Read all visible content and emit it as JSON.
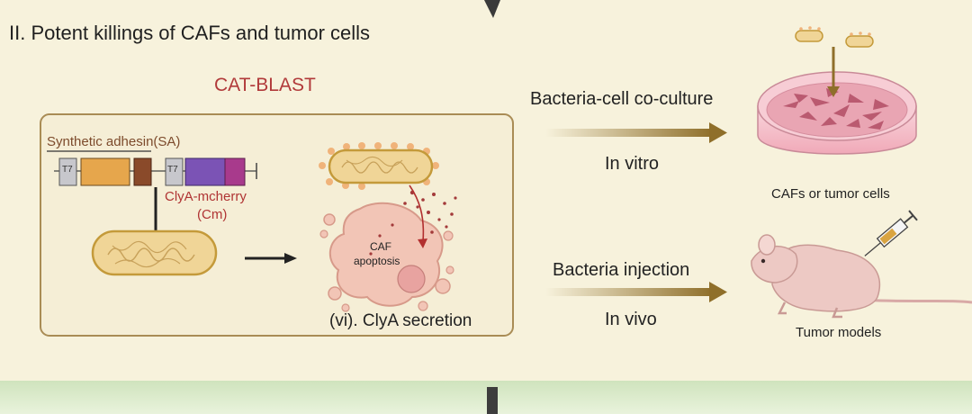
{
  "section_title": "II. Potent killings of CAFs and tumor cells",
  "system_title": "CAT-BLAST",
  "construct": {
    "sa_label": "Synthetic adhesin(SA)",
    "promoter_1": "T7",
    "promoter_2": "T7",
    "clya_label_line1": "ClyA-mcherry",
    "clya_label_line2": "(Cm)"
  },
  "cell": {
    "label_line1": "CAF",
    "label_line2": "apoptosis"
  },
  "step_caption": "(vi). ClyA secretion",
  "paths": {
    "in_vitro": {
      "method": "Bacteria-cell co-culture",
      "setting": "In vitro",
      "target": "CAFs or tumor cells"
    },
    "in_vivo": {
      "method": "Bacteria injection",
      "setting": "In vivo",
      "target": "Tumor models"
    }
  },
  "colors": {
    "background": "#f7f2dc",
    "box_border": "#a98c55",
    "title_red": "#b13a3a",
    "gene_orange": "#e6a64c",
    "gene_brown": "#8a4a2a",
    "gene_purple": "#7b53b5",
    "gene_magenta": "#a83a8c",
    "cell_pink": "#f2c5b6",
    "dish_pink": "#f4c2cc",
    "arrow_gold": "#8f6f2a",
    "ground_green": "#e5f0d5"
  },
  "icons": [
    "down-arrow-icon",
    "bacterium-icon",
    "caf-cell-icon",
    "petri-dish-icon",
    "mouse-icon",
    "syringe-icon"
  ]
}
